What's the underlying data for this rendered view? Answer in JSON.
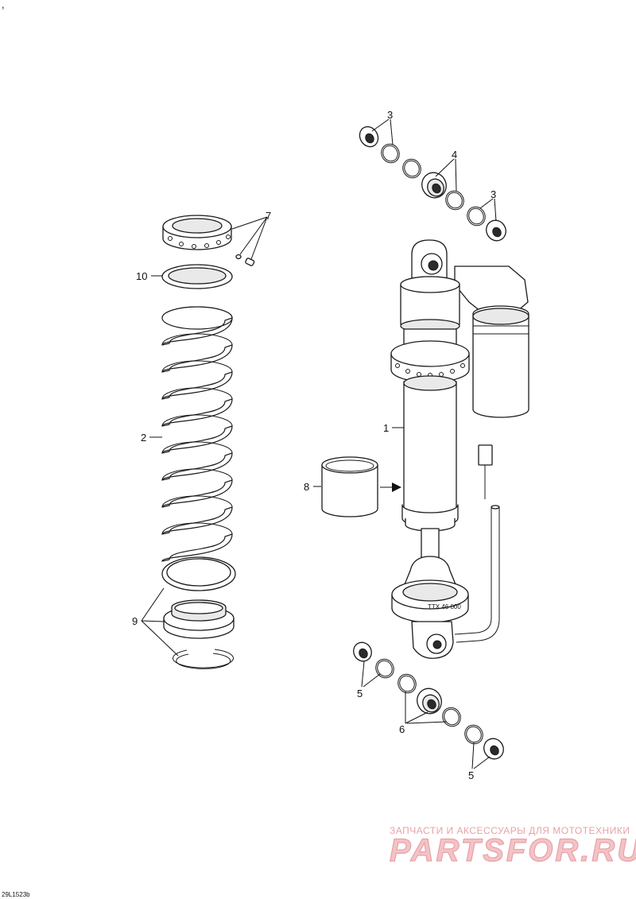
{
  "diagram": {
    "drawing_code": "29L1523b",
    "corner_mark": ",",
    "callouts": {
      "shock_absorber": "1",
      "spring": "2",
      "upper_spacer": "3",
      "upper_bushing": "4",
      "lower_spacer": "5",
      "lower_bushing": "6",
      "adjuster_ring": "7",
      "protector": "8",
      "spring_retainer": "9",
      "spring_seat": "10"
    },
    "shock_label": "TTX 46 000"
  },
  "watermark": {
    "tagline": "ЗАПЧАСТИ И АКСЕССУАРЫ ДЛЯ МОТОТЕХНИКИ",
    "brand": "PARTSFOR.RU"
  }
}
